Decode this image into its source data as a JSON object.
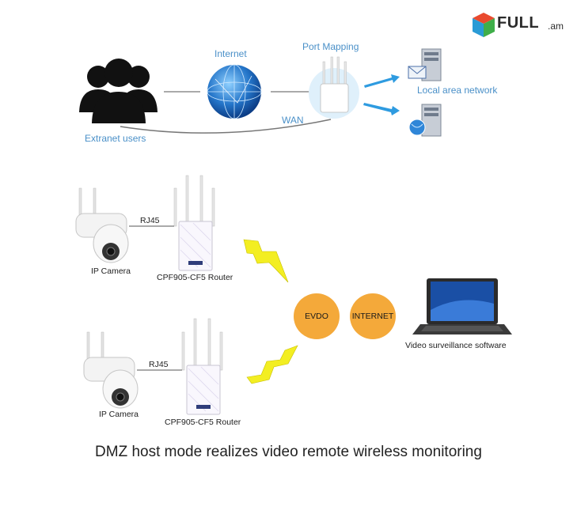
{
  "logo": {
    "brand": "FULL",
    "domain": ".am"
  },
  "top": {
    "extranet_label": "Extranet users",
    "internet_label": "Internet",
    "port_mapping_label": "Port Mapping",
    "wan_label": "WAN",
    "lan_label": "Local area network"
  },
  "bottom": {
    "rj45_1": "RJ45",
    "rj45_2": "RJ45",
    "camera_1": "IP Camera",
    "camera_2": "IP Camera",
    "router_1": "CPF905-CF5 Router",
    "router_2": "CPF905-CF5 Router",
    "evdo": "EVDO",
    "internet": "INTERNET",
    "laptop_label": "Video surveillance software"
  },
  "caption": "DMZ host mode realizes video remote wireless monitoring",
  "colors": {
    "accent_blue": "#4a90c8",
    "orange": "#f4a93a",
    "bolt": "#f3ee22"
  }
}
